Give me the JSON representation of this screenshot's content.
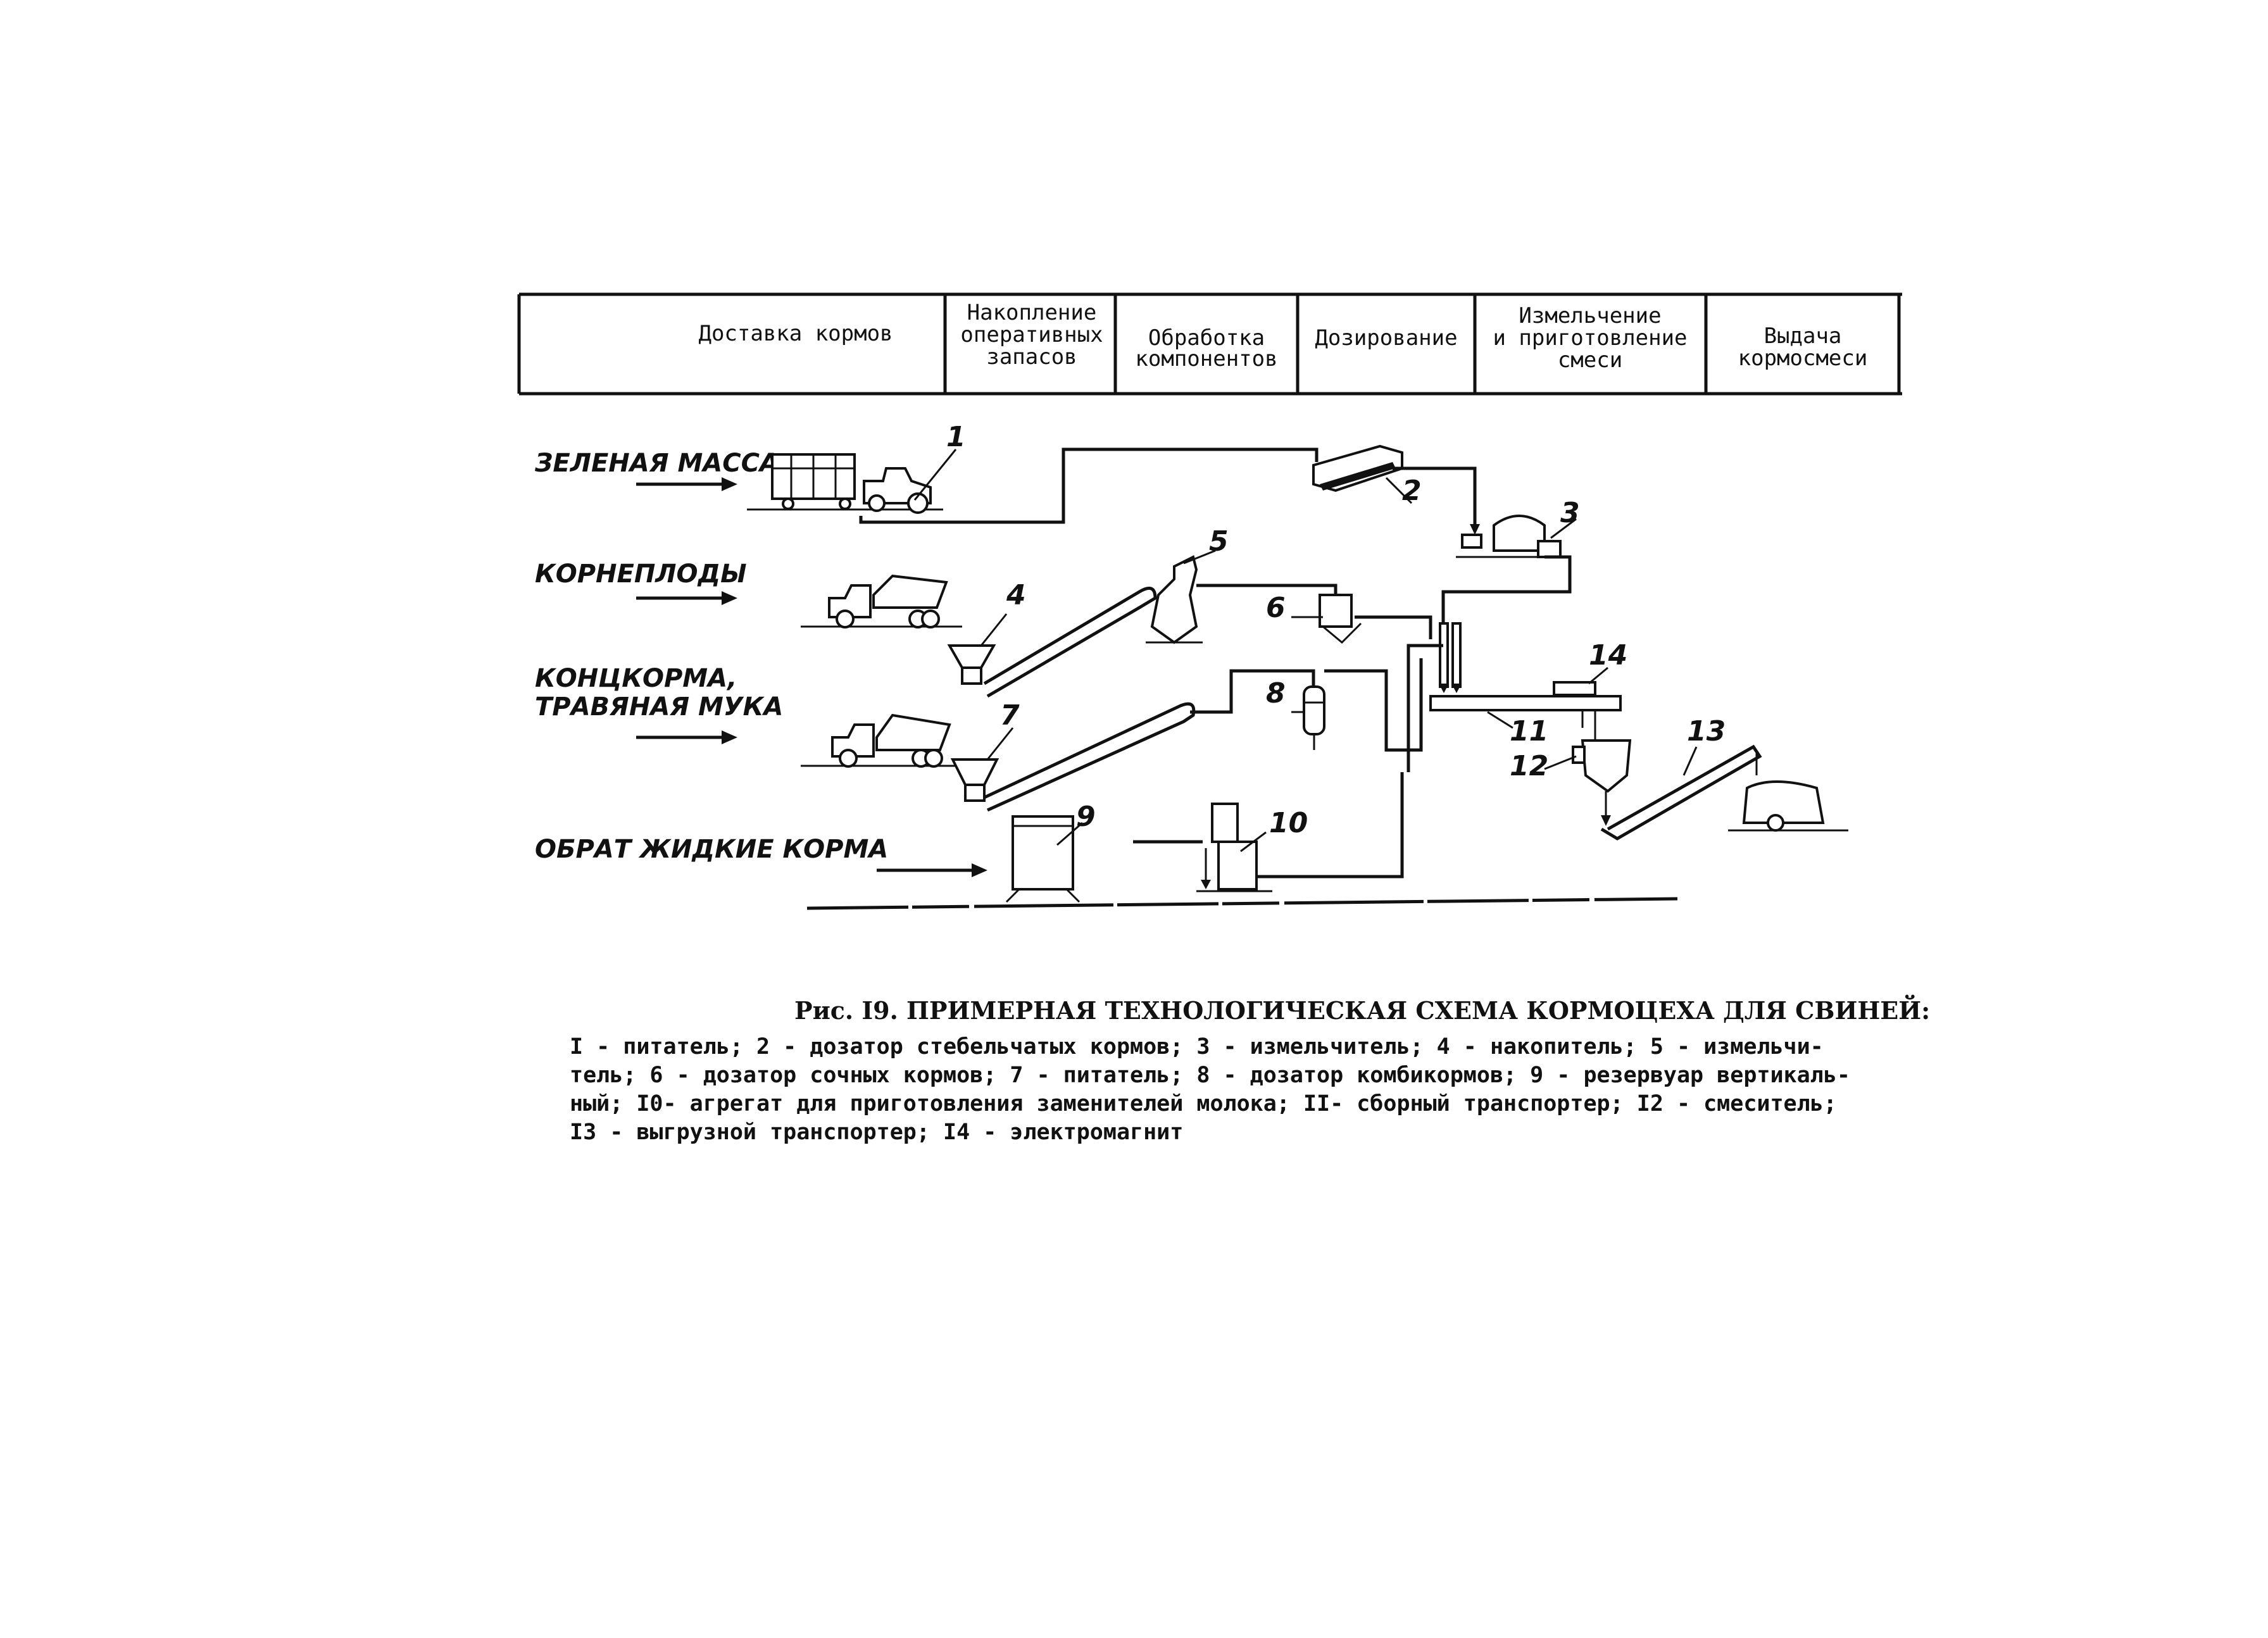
{
  "stages": [
    [
      "Доставка кормов"
    ],
    [
      "Накопление",
      "оперативных",
      "запасов"
    ],
    [
      "Обработка",
      "компонентов"
    ],
    [
      "Дозирование"
    ],
    [
      "Измельчение",
      "и приготовление",
      "смеси"
    ],
    [
      "Выдача",
      "кормосмеси"
    ]
  ],
  "inputs": {
    "green": "ЗЕЛЕНАЯ МАССА",
    "roots": "КОРНЕПЛОДЫ",
    "conc1": "КОНЦКОРМА,",
    "conc2": "ТРАВЯНАЯ МУКА",
    "liquid": "ОБРАТ ЖИДКИЕ КОРМА"
  },
  "numbers": {
    "n1": "1",
    "n2": "2",
    "n3": "3",
    "n4": "4",
    "n5": "5",
    "n6": "6",
    "n7": "7",
    "n8": "8",
    "n9": "9",
    "n10": "10",
    "n11": "11",
    "n12": "12",
    "n13": "13",
    "n14": "14"
  },
  "caption": {
    "title": "Рис. I9. ПРИМЕРНАЯ ТЕХНОЛОГИЧЕСКАЯ СХЕМА КОРМОЦЕХА ДЛЯ СВИНЕЙ:",
    "lines": [
      "I - питатель; 2 - дозатор стебельчатых кормов; 3 - измельчитель; 4 - накопитель; 5 - измельчи-",
      "тель; 6 - дозатор сочных кормов; 7 - питатель; 8 - дозатор комбикормов; 9 - резервуар вертикаль-",
      "ный; I0- агрегат для приготовления заменителей молока; II- сборный транспортер; I2 - смеситель;",
      "I3 - выгрузной транспортер; I4 - электромагнит"
    ]
  }
}
